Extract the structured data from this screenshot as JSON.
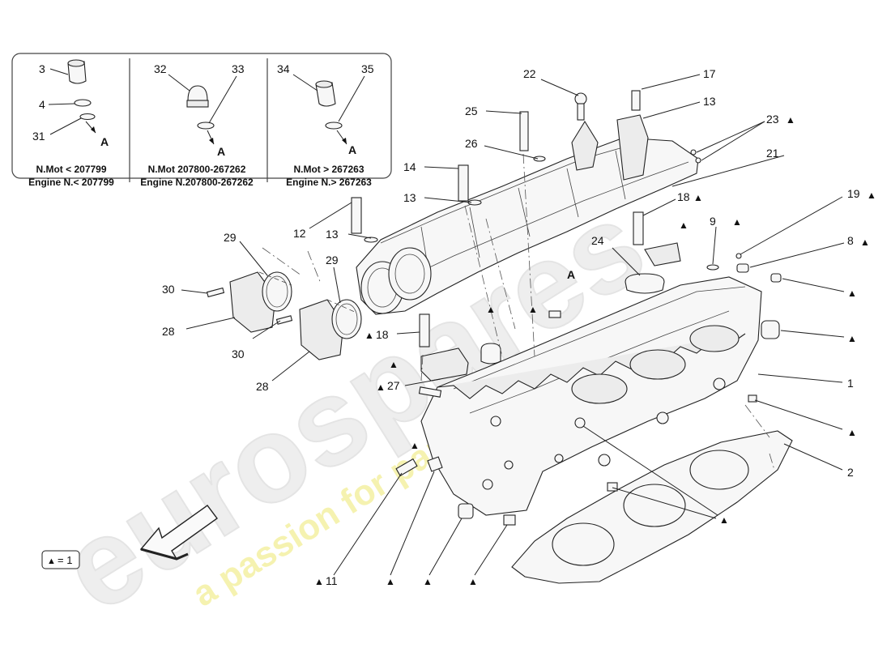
{
  "watermark": {
    "brand": "eurospares",
    "slogan": "a passion for parts since 1985"
  },
  "insets": [
    {
      "mot": "N.Mot < 207799",
      "engine": "Engine N.< 207799",
      "ref": "A"
    },
    {
      "mot": "N.Mot 207800-267262",
      "engine": "Engine N.207800-267262",
      "ref": "A"
    },
    {
      "mot": "N.Mot > 267263",
      "engine": "Engine N.> 267263",
      "ref": "A"
    }
  ],
  "legend": {
    "symbol": "▲",
    "text": "= 1"
  },
  "labels": {
    "l3": "3",
    "l4": "4",
    "l31": "31",
    "l32": "32",
    "l33": "33",
    "l34": "34",
    "l35": "35",
    "l22": "22",
    "l17": "17",
    "l25": "25",
    "l13a": "13",
    "l26": "26",
    "l23": "23",
    "l14": "14",
    "l21": "21",
    "l13b": "13",
    "l18a": "18",
    "l19": "19",
    "l12": "12",
    "l13c": "13",
    "l9": "9",
    "l8": "8",
    "l29a": "29",
    "l29b": "29",
    "l24": "24",
    "lA": "A",
    "l30a": "30",
    "l18b": "18",
    "l28a": "28",
    "l30b": "30",
    "l27": "27",
    "l28b": "28",
    "l1": "1",
    "l2": "2",
    "l11": "11"
  },
  "tri": "▲"
}
